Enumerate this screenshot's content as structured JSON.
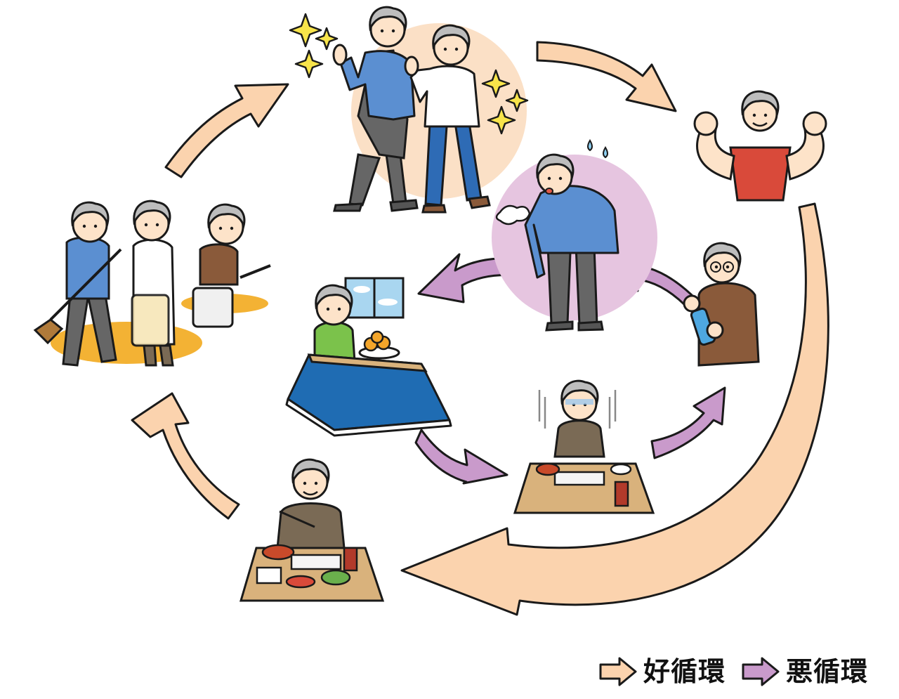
{
  "colors": {
    "good_arrow": "#fbd3ae",
    "bad_arrow": "#c99acb",
    "outline": "#1a1a1a",
    "skin": "#fde3c9",
    "hair": "#bdbdbd",
    "kotatsu_blue": "#1f6cb3",
    "table_wood": "#d9b27c",
    "leaves": "#f3b234"
  },
  "legend": {
    "good": {
      "label": "好循環",
      "icon": "good-arrow-icon"
    },
    "bad": {
      "label": "悪循環",
      "icon": "bad-arrow-icon"
    }
  },
  "scenes": [
    {
      "id": "couple-walking",
      "icon": "couple-walking-icon"
    },
    {
      "id": "strong-man",
      "icon": "muscle-man-icon"
    },
    {
      "id": "tired-man",
      "icon": "tired-man-icon"
    },
    {
      "id": "weak-grip-man",
      "icon": "bottle-struggle-icon"
    },
    {
      "id": "kotatsu-staying-home",
      "icon": "kotatsu-icon"
    },
    {
      "id": "poor-appetite",
      "icon": "small-meal-icon"
    },
    {
      "id": "balanced-meal",
      "icon": "balanced-meal-icon"
    },
    {
      "id": "community-cleanup",
      "icon": "cleanup-icon"
    }
  ]
}
